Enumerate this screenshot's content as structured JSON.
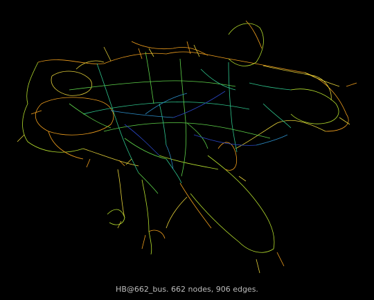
{
  "caption": "HB@662_bus. 662 nodes, 906 edges.",
  "graph": {
    "name": "HB@662_bus",
    "node_count": 662,
    "edge_count": 906,
    "background": "#000000",
    "edge_colors": [
      "#f2a01e",
      "#e8d43a",
      "#b7e02e",
      "#5fd44a",
      "#2fc88f",
      "#2d8ec8",
      "#2b48c8"
    ]
  }
}
